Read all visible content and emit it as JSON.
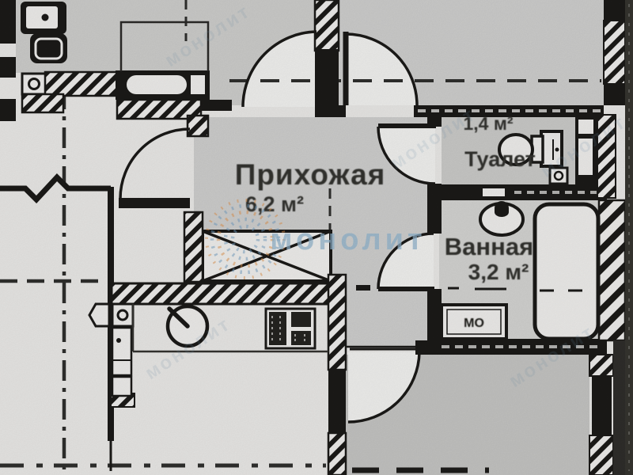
{
  "plan": {
    "rooms": {
      "hallway": {
        "name": "Прихожая",
        "area": "6,2 м²"
      },
      "toilet": {
        "name": "Туалет",
        "area": "1,4 м²"
      },
      "bathroom": {
        "name": "Ванная",
        "area": "3,2 м²"
      }
    },
    "appliance_labels": {
      "washing_machine": "МО"
    }
  },
  "watermark": {
    "text": "монолит"
  },
  "colors": {
    "ink": "#1b1a18",
    "paper": "#e7e6e4",
    "room_shade": "#cbcbc9",
    "watermark_blue": "#8fb2cb",
    "watermark_orange": "#dd9049"
  }
}
